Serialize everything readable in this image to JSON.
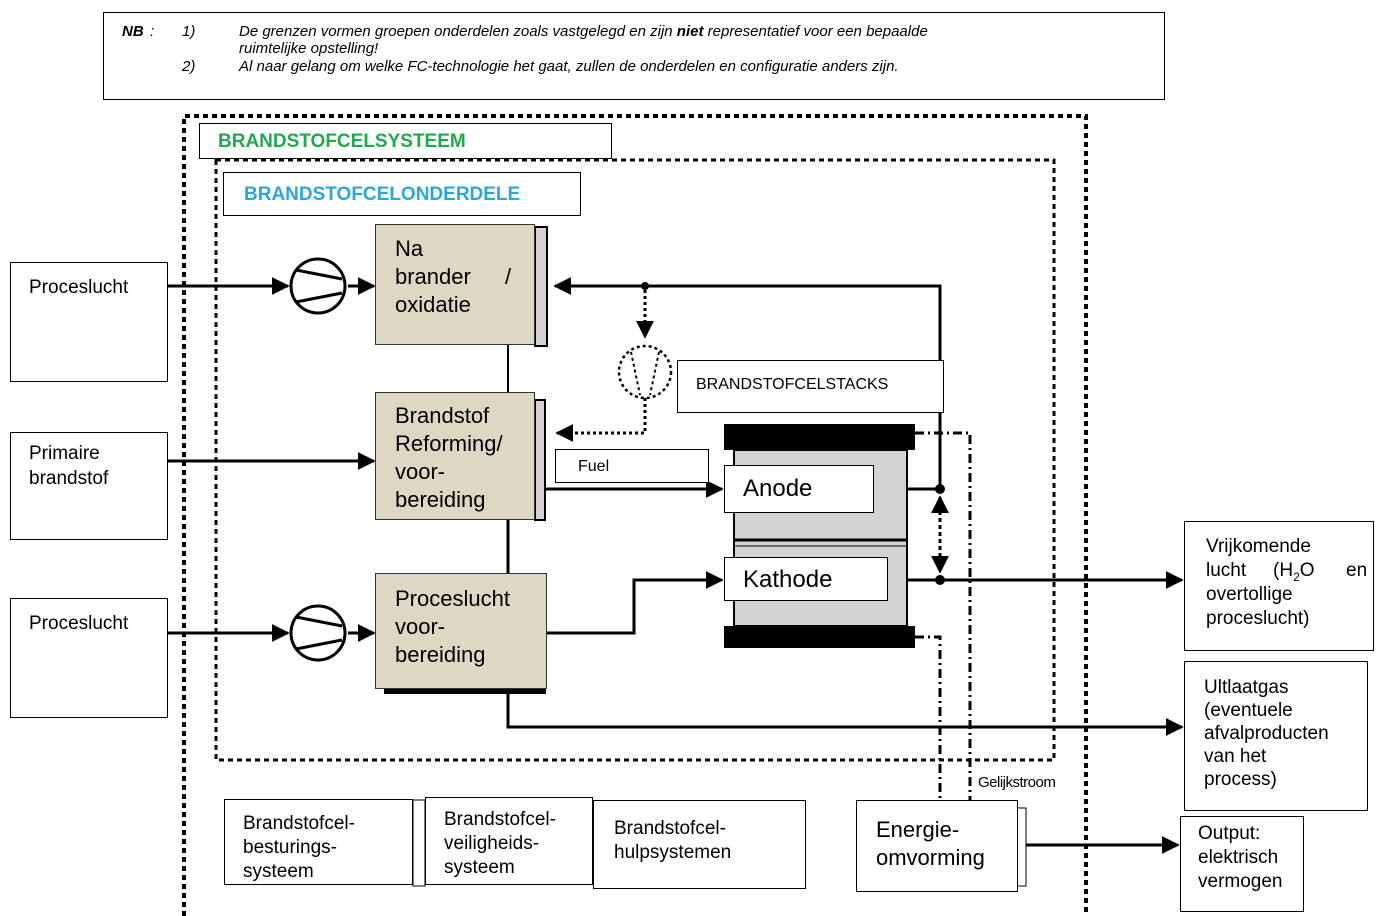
{
  "note": {
    "prefix": "NB",
    "colon": ":",
    "item1_num": "1)",
    "item1_text_before": "De grenzen vormen groepen onderdelen zoals vastgelegd en zijn ",
    "item1_bold": "niet",
    "item1_text_after": " representatief voor een bepaalde",
    "item1_line2": "ruimtelijke opstelling!",
    "item2_num": "2)",
    "item2_text": "Al naar gelang om welke FC-technologie het gaat, zullen de onderdelen en configuratie anders zijn."
  },
  "headers": {
    "system": "BRANDSTOFCELSYSTEEM",
    "parts": "BRANDSTOFCELONDERDELE",
    "stacks": "BRANDSTOFCELSTACKS"
  },
  "inputs": {
    "procesLucht1": "Proceslucht",
    "primaire1": "Primaire",
    "primaire2": "brandstof",
    "procesLucht2": "Proceslucht"
  },
  "blocks": {
    "nabrander1": "Na",
    "nabrander2": "brander",
    "nabrander_slash": "/",
    "nabrander3": "oxidatie",
    "reforming1": "Brandstof",
    "reforming2": "Reforming/",
    "reforming3": "voor-",
    "reforming4": "bereiding",
    "prepair1": "Proceslucht",
    "prepair2": "voor-",
    "prepair3": "bereiding",
    "fuel": "Fuel",
    "anode": "Anode",
    "kathode": "Kathode",
    "gelijkstroom": "Gelijkstroom",
    "energie1": "Energie-",
    "energie2": "omvorming"
  },
  "outputs": {
    "lucht1": "Vrijkomende",
    "lucht2a": "lucht",
    "lucht2b": "(H",
    "lucht2sub": "2",
    "lucht2c": "O",
    "lucht2d": "en",
    "lucht3": "overtollige",
    "lucht4": "proceslucht)",
    "gas1": "Ultlaatgas",
    "gas2": "(eventuele",
    "gas3": "afvalproducten",
    "gas4": "van het",
    "gas5": "process)",
    "out1": "Output:",
    "out2": "elektrisch",
    "out3": "vermogen"
  },
  "bottom": {
    "besturing1": "Brandstofcel-",
    "besturing2": "besturings-",
    "besturing3": "systeem",
    "veilig1": "Brandstofcel-",
    "veilig2": "veiligheids-",
    "veilig3": "systeem",
    "hulp1": "Brandstofcel-",
    "hulp2": "hulpsystemen"
  },
  "colors": {
    "system_header": "#1faa4f",
    "parts_header": "#29a8e0",
    "block_fill": "#ddd8c4",
    "stack_fill": "#d3d3d3"
  }
}
